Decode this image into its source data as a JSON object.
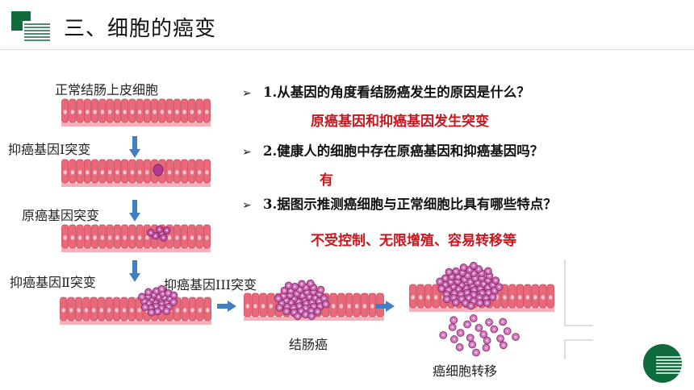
{
  "header": {
    "title": "三、细胞的癌变"
  },
  "diagram": {
    "label_normal": "正常结肠上皮细胞",
    "label_step1": "抑癌基因Ⅰ突变",
    "label_step2": "原癌基因突变",
    "label_step3": "抑癌基因Ⅱ突变",
    "label_step4": "抑癌基因III突变",
    "label_cancer": "结肠癌",
    "label_metastasis": "癌细胞转移"
  },
  "questions": [
    {
      "marker": "➢",
      "text": "1.从基因的角度看结肠癌发生的原因是什么？",
      "answer": "原癌基因和抑癌基因发生突变"
    },
    {
      "marker": "➢",
      "text": "2.健康人的细胞中存在原癌基因和抑癌基因吗？",
      "answer": "有"
    },
    {
      "marker": "➢",
      "text": "3.据图示推测癌细胞与正常细胞比具有哪些特点？",
      "answer": "不受控制、无限增殖、容易转移等"
    }
  ],
  "colors": {
    "accent_green": "#0f6a3c",
    "answer_red": "#c9161d",
    "tissue_pink": "#e9687a",
    "arrow_blue": "#3f7fc4"
  }
}
